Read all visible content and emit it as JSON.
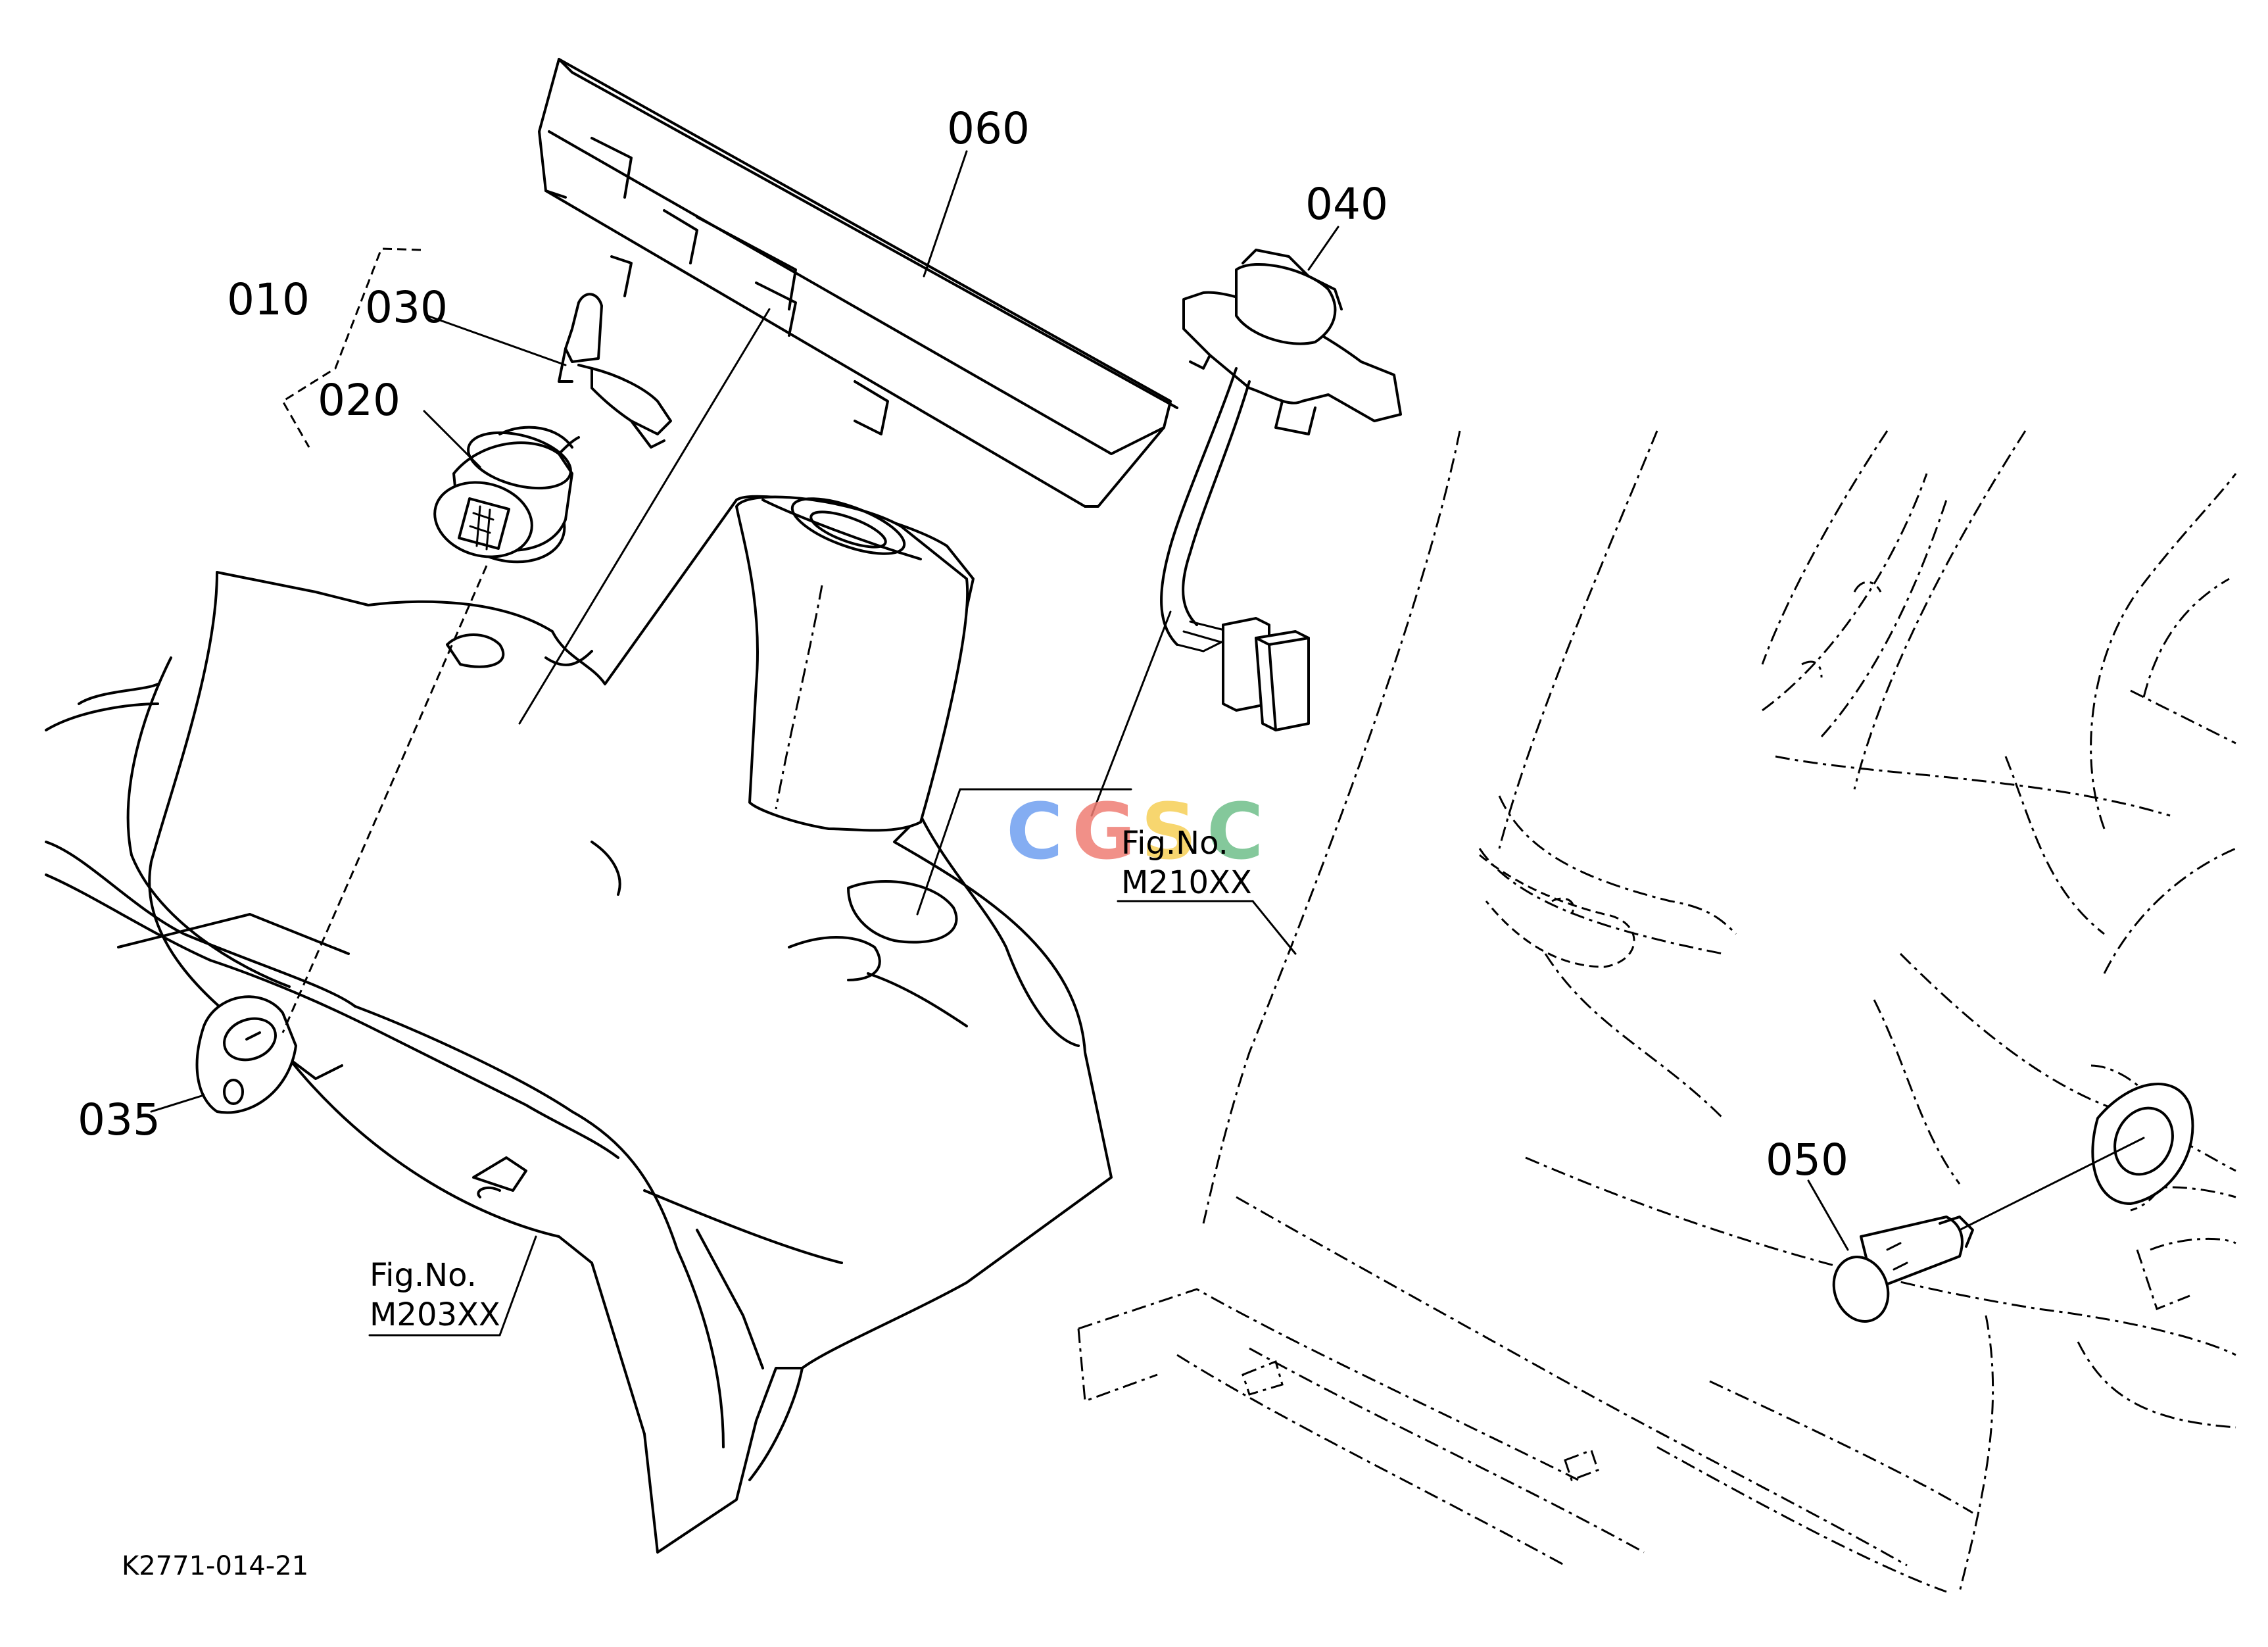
{
  "diagram": {
    "drawing_code": "K2771-014-21",
    "parts": [
      {
        "id": "010",
        "label": "010"
      },
      {
        "id": "020",
        "label": "020"
      },
      {
        "id": "030",
        "label": "030"
      },
      {
        "id": "035",
        "label": "035"
      },
      {
        "id": "040",
        "label": "040"
      },
      {
        "id": "050",
        "label": "050"
      },
      {
        "id": "060",
        "label": "060"
      }
    ],
    "references": [
      {
        "caption": "Fig.No.",
        "number": "M210XX"
      },
      {
        "caption": "Fig.No.",
        "number": "M203XX"
      }
    ],
    "watermark": {
      "text": "CGSC",
      "letters": [
        "C",
        "G",
        "S",
        "C"
      ],
      "colors": [
        "#6f9ff0",
        "#ef7d74",
        "#f6cf57",
        "#6fbf8a"
      ]
    }
  }
}
